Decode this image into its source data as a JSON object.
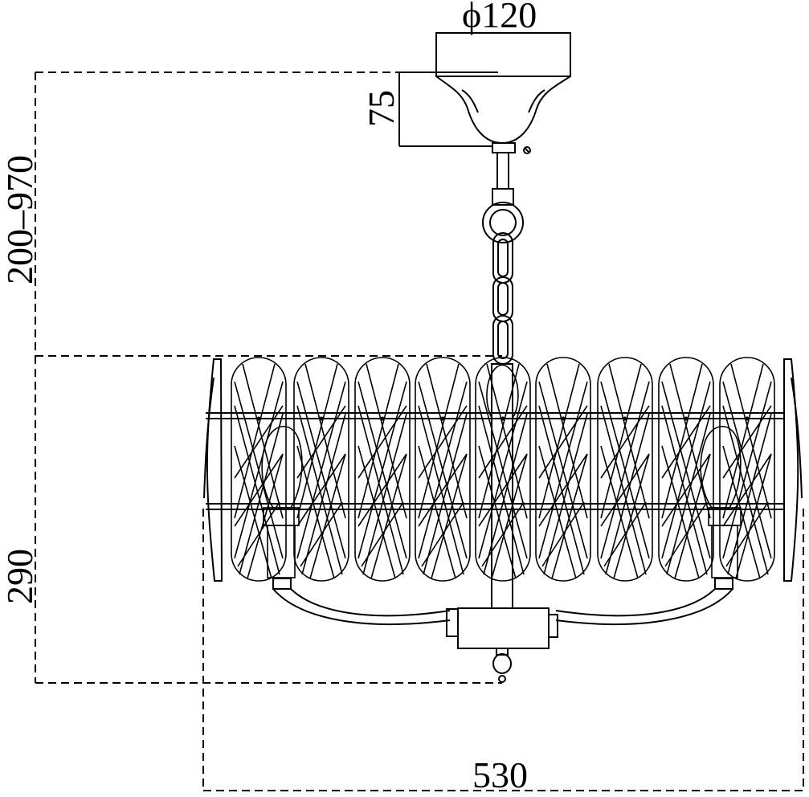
{
  "dimensions": {
    "canopy_diameter": "ϕ120",
    "canopy_height": "75",
    "suspension_range": "200–970",
    "body_height": "290",
    "overall_width": "530"
  },
  "colors": {
    "line": "#000000",
    "background": "#ffffff"
  }
}
